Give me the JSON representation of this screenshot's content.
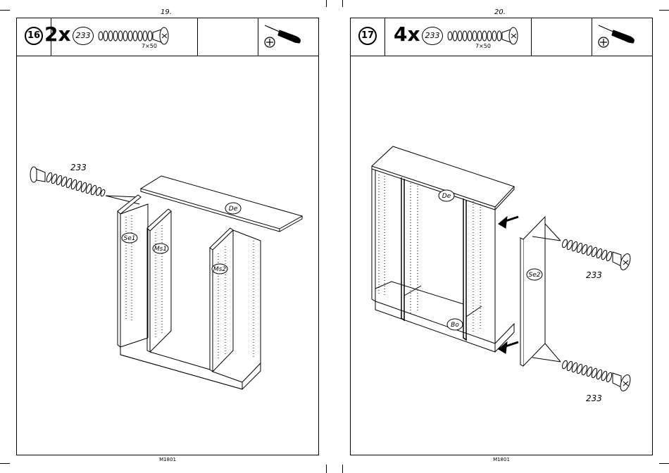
{
  "pages": [
    {
      "page_number": "19.",
      "step_number": "16",
      "quantity": "2x",
      "part_number": "233",
      "screw_size": "7×50",
      "callout_screw": "233",
      "labels": {
        "top": "De",
        "side": "Se1",
        "mid1": "Ms1",
        "mid2": "Ms2"
      },
      "footer_code": "M1801"
    },
    {
      "page_number": "20.",
      "step_number": "17",
      "quantity": "4x",
      "part_number": "233",
      "screw_size": "7×50",
      "callout_screw_top": "233",
      "callout_screw_bottom": "233",
      "labels": {
        "top": "De",
        "bottom": "Bo",
        "side": "Se2"
      },
      "footer_code": "M1801"
    }
  ],
  "icons": [
    "screwdriver-icon",
    "phillips-head-icon",
    "screw-icon",
    "arrow-icon"
  ]
}
